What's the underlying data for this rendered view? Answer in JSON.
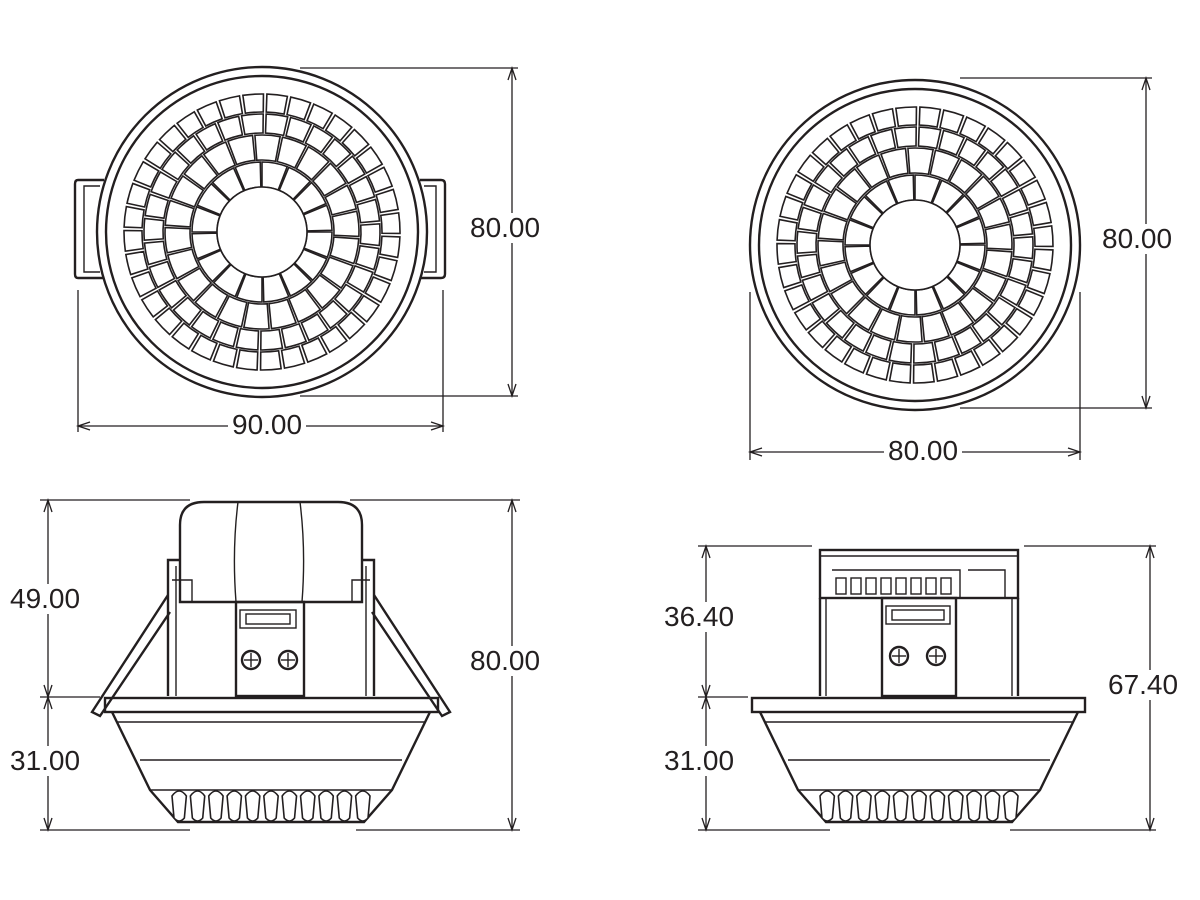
{
  "dimensions": {
    "top_left_height": "80.00",
    "top_left_width": "90.00",
    "top_right_height": "80.00",
    "top_right_width": "80.00",
    "bottom_left_upper": "49.00",
    "bottom_left_lower": "31.00",
    "bottom_left_total": "80.00",
    "bottom_right_upper": "36.40",
    "bottom_right_lower": "31.00",
    "bottom_right_total": "67.40"
  },
  "colors": {
    "line": "#231f20",
    "background": "#ffffff"
  }
}
